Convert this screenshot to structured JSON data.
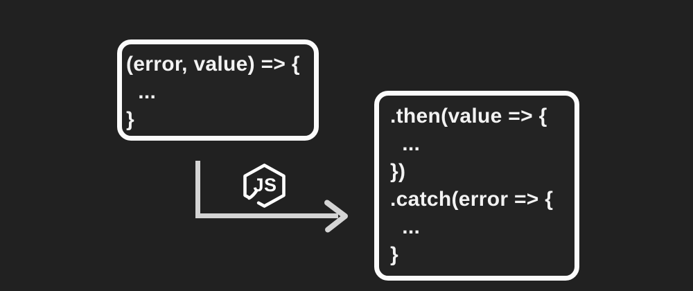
{
  "canvas": {
    "background": "#212121",
    "description": "node-js-callback-to-promise-diagram"
  },
  "colors": {
    "background": "#212121",
    "box_background": "#232323",
    "box_border": "#fbfbfb",
    "code_text": "#f2f2f2",
    "arrow": "#d4d4d4",
    "logo": "#ffffff"
  },
  "callback_box": {
    "lines": [
      "(error, value) => {",
      "  ...",
      "}"
    ]
  },
  "promise_box": {
    "lines": [
      ".then(value => {",
      "  ...",
      "})",
      ".catch(error => {",
      "  ...",
      "}"
    ]
  },
  "arrow": {
    "icon": "elbow-right-arrow-icon",
    "direction": "down-then-right"
  },
  "logo": {
    "icon": "nodejs-hexagon-icon",
    "text": "JS"
  }
}
